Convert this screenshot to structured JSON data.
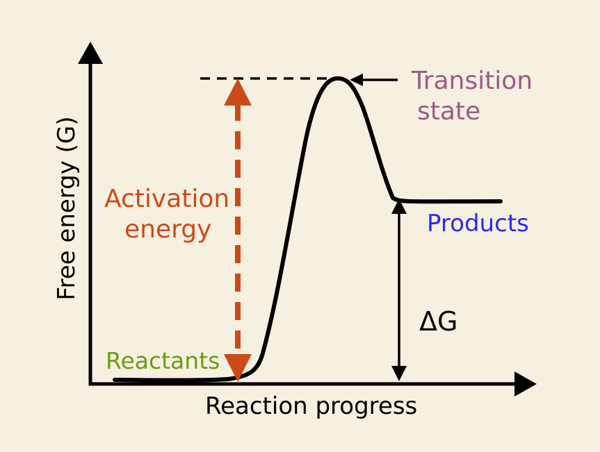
{
  "diagram": {
    "axes": {
      "x_label": "Reaction progress",
      "y_label": "Free energy (G)"
    },
    "labels": {
      "transition_state_line1": "Transition",
      "transition_state_line2": "state",
      "activation_energy_line1": "Activation",
      "activation_energy_line2": "energy",
      "products": "Products",
      "reactants": "Reactants",
      "delta_g": "ΔG"
    },
    "colors": {
      "background": "#f6f0e1",
      "axes": "#000000",
      "transition_state": "#9b5a86",
      "activation_energy": "#cc4a17",
      "products": "#2a2af0",
      "reactants": "#6a9d12",
      "delta_g": "#000000"
    }
  }
}
